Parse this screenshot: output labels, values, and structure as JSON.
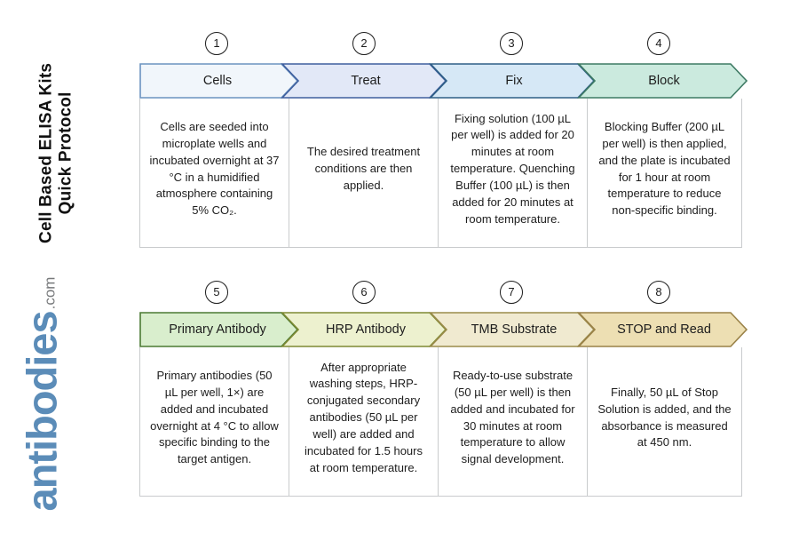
{
  "document": {
    "title_line1": "Cell Based ELISA Kits",
    "title_line2": "Quick Protocol"
  },
  "watermark": {
    "brand": "antibodies",
    "tld": ".com",
    "brand_color": "#5b8cb8",
    "tld_color": "#77797b"
  },
  "colors": {
    "step1_fill": "#f1f6fb",
    "step1_border": "#6b93c0",
    "step2_fill": "#e2e8f7",
    "step2_border": "#3f5f9e",
    "step3_fill": "#d6e8f6",
    "step3_border": "#2e5f86",
    "step4_fill": "#cbeade",
    "step4_border": "#3d7a63",
    "step5_fill": "#d9eecd",
    "step5_border": "#4b7a33",
    "step6_fill": "#edf1cf",
    "step6_border": "#7f8a34",
    "step7_fill": "#f0ead0",
    "step7_border": "#9a8b4a",
    "step8_fill": "#eddfb3",
    "step8_border": "#9a8248",
    "cell_border": "#c9cbcd",
    "number_ring": "#1b1b1b"
  },
  "rows": [
    {
      "steps": [
        {
          "number": "1",
          "label": "Cells",
          "body": "Cells are seeded into microplate wells and incubated overnight at 37 °C in a humidified atmosphere containing 5% CO₂."
        },
        {
          "number": "2",
          "label": "Treat",
          "body": "The desired treatment conditions are then applied."
        },
        {
          "number": "3",
          "label": "Fix",
          "body": "Fixing solution (100 µL per well) is added for 20 minutes at room temperature. Quenching Buffer (100 µL) is then added for 20 minutes at room temperature."
        },
        {
          "number": "4",
          "label": "Block",
          "body": "Blocking Buffer (200 µL per well) is then applied, and the plate is incubated for 1 hour at room temperature to reduce non-specific binding."
        }
      ]
    },
    {
      "steps": [
        {
          "number": "5",
          "label": "Primary Antibody",
          "body": "Primary antibodies (50 µL per well, 1×) are added and incubated overnight at 4 °C to allow specific binding to the target antigen."
        },
        {
          "number": "6",
          "label": "HRP Antibody",
          "body": "After appropriate washing steps, HRP-conjugated secondary antibodies (50 µL per well) are added and incubated for 1.5 hours at room temperature."
        },
        {
          "number": "7",
          "label": "TMB Substrate",
          "body": "Ready-to-use substrate (50 µL per well) is then added and incubated for 30 minutes at room temperature to allow signal development."
        },
        {
          "number": "8",
          "label": "STOP and Read",
          "body": "Finally, 50 µL of Stop Solution is added, and the absorbance is measured at 450 nm."
        }
      ]
    }
  ]
}
